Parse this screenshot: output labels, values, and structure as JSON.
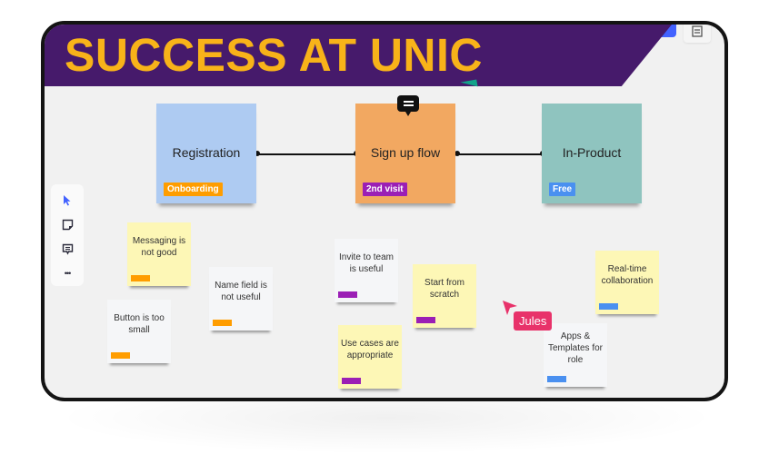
{
  "banner": {
    "title": "SUCCESS AT UNIC",
    "bg_color": "#461a6b",
    "text_color": "#f8b319"
  },
  "toolbar": {
    "tools": [
      {
        "name": "select",
        "icon": "cursor-arrow-icon"
      },
      {
        "name": "sticky-note",
        "icon": "sticky-note-icon"
      },
      {
        "name": "comment",
        "icon": "comment-icon"
      },
      {
        "name": "more",
        "icon": "more-dots-icon",
        "label": "•••"
      }
    ]
  },
  "flow": {
    "stages": [
      {
        "label": "Registration",
        "tag": "Onboarding",
        "color": "#aecbf2",
        "tag_color": "#ff9d00"
      },
      {
        "label": "Sign up flow",
        "tag": "2nd visit",
        "color": "#f2a861",
        "tag_color": "#9b1fb5"
      },
      {
        "label": "In-Product",
        "tag": "Free",
        "color": "#8fc4bf",
        "tag_color": "#4a90f0"
      }
    ]
  },
  "stickies": [
    {
      "text": "Messaging is not good",
      "color": "yellow",
      "chip": "#ff9d00"
    },
    {
      "text": "Name field is not useful",
      "color": "white",
      "chip": "#ff9d00"
    },
    {
      "text": "Button is too small",
      "color": "white",
      "chip": "#ff9d00"
    },
    {
      "text": "Invite to team is useful",
      "color": "white",
      "chip": "#9b1fb5"
    },
    {
      "text": "Start from scratch",
      "color": "yellow",
      "chip": "#9b1fb5"
    },
    {
      "text": "Use cases are appropriate",
      "color": "yellow",
      "chip": "#9b1fb5"
    },
    {
      "text": "Real-time collaboration",
      "color": "yellow",
      "chip": "#4a90f0"
    },
    {
      "text": "Apps & Templates for role",
      "color": "white",
      "chip": "#4a90f0"
    }
  ],
  "collaborator": {
    "name": "Jules",
    "color": "#e8326a"
  }
}
